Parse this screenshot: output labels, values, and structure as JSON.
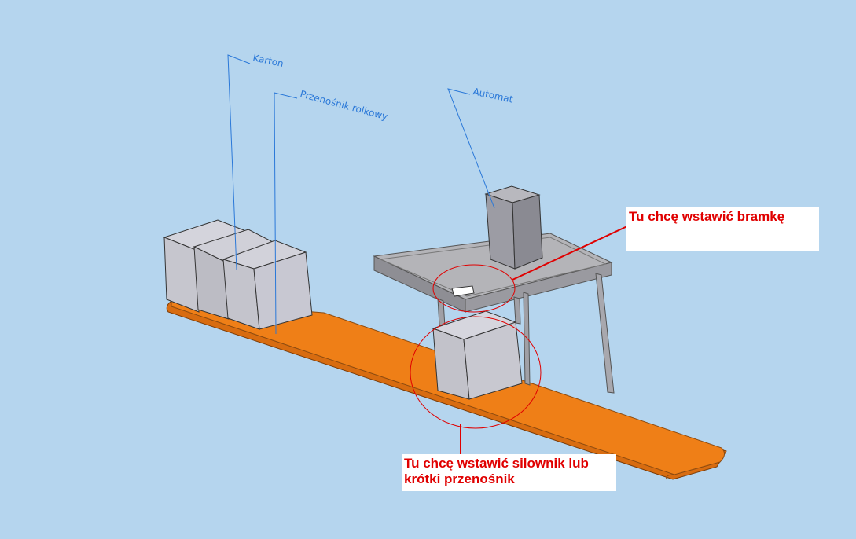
{
  "labels": {
    "karton": "Karton",
    "przenosnik": "Przenośnik rolkowy",
    "automat": "Automat"
  },
  "callouts": {
    "gate": "Tu chcę wstawić bramkę",
    "actuator_line1": "Tu chcę wstawić silownik lub",
    "actuator_line2": "krótki przenośnik"
  },
  "colors": {
    "background": "#b5d5ee",
    "conveyor": "#ef7f17",
    "box": "#c8c8d4",
    "table": "#a8a8ae",
    "leader_line": "#2a78d8",
    "annotation": "#e00000"
  }
}
